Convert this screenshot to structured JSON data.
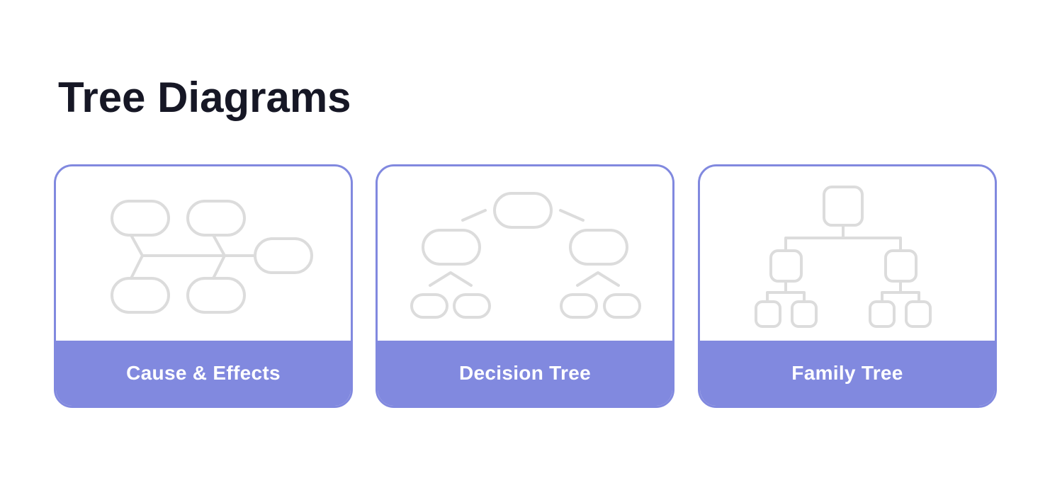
{
  "page": {
    "title": "Tree Diagrams"
  },
  "colors": {
    "accent": "#8189df",
    "title_text": "#161725",
    "footer_text": "#ffffff",
    "diagram_stroke": "#dcdcdc"
  },
  "cards": [
    {
      "label": "Cause & Effects",
      "illustration": "fishbone-diagram-icon"
    },
    {
      "label": "Decision Tree",
      "illustration": "decision-tree-icon"
    },
    {
      "label": "Family Tree",
      "illustration": "family-tree-icon"
    }
  ]
}
